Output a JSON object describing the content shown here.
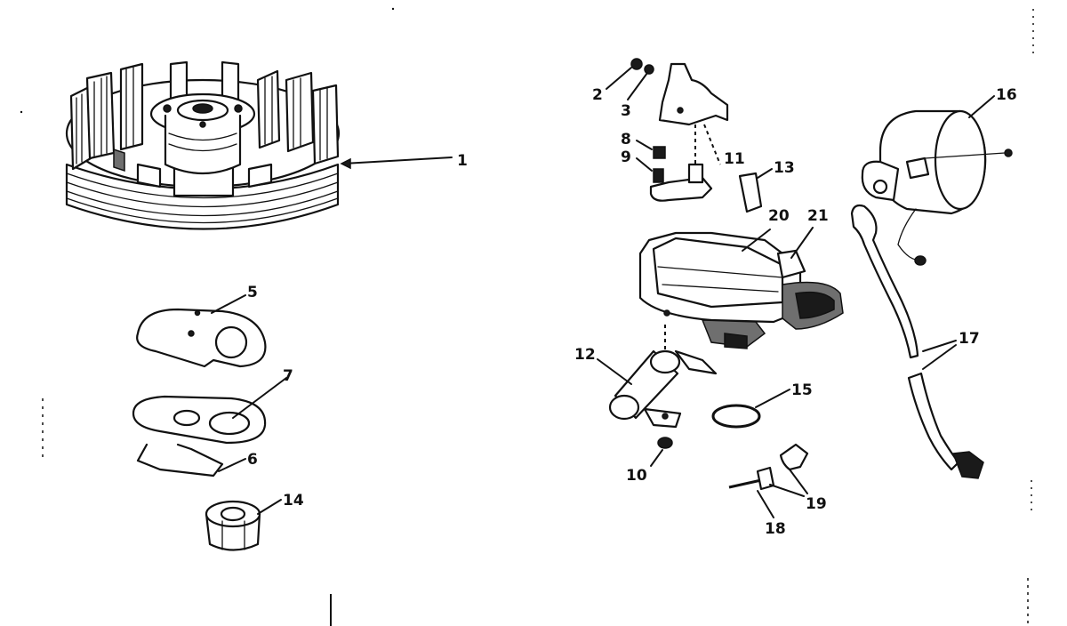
{
  "callouts": {
    "c1": "1",
    "c2": "2",
    "c3": "3",
    "c5": "5",
    "c6": "6",
    "c7": "7",
    "c8": "8",
    "c9": "9",
    "c10": "10",
    "c11": "11",
    "c12": "12",
    "c13": "13",
    "c14": "14",
    "c15": "15",
    "c16": "16",
    "c17": "17",
    "c18": "18",
    "c19": "19",
    "c20": "20",
    "c21": "21"
  },
  "colors": {
    "ink": "#111111",
    "paper": "#ffffff"
  }
}
